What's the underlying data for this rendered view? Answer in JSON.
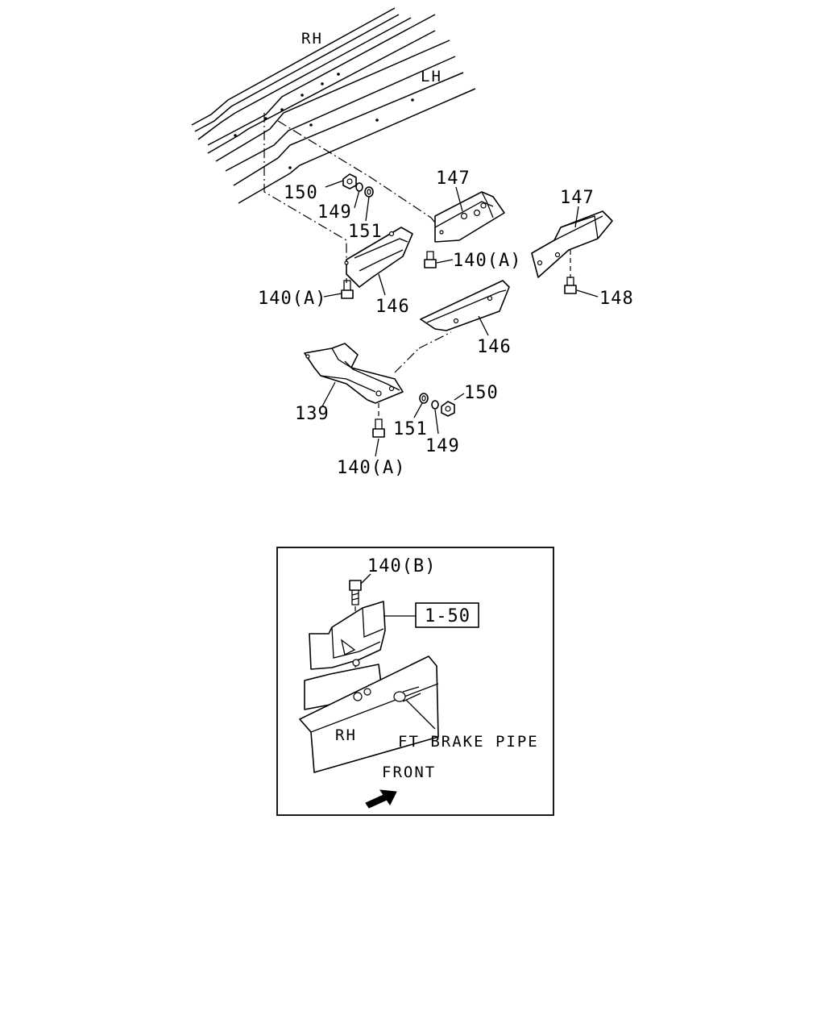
{
  "diagram": {
    "frame_labels": {
      "rh": "RH",
      "lh": "LH"
    },
    "callouts": {
      "part_147_a": "147",
      "part_147_b": "147",
      "part_150_a": "150",
      "part_149_a": "149",
      "part_151_a": "151",
      "part_140a_1": "140(A)",
      "part_140a_2": "140(A)",
      "part_146_a": "146",
      "part_148": "148",
      "part_146_b": "146",
      "part_150_b": "150",
      "part_139": "139",
      "part_151_b": "151",
      "part_149_b": "149",
      "part_140a_3": "140(A)"
    },
    "inset": {
      "bolt_label": "140(B)",
      "ref_box": "1-50",
      "rh_label": "RH",
      "pipe_label": "FT BRAKE PIPE",
      "front_label": "FRONT"
    }
  }
}
